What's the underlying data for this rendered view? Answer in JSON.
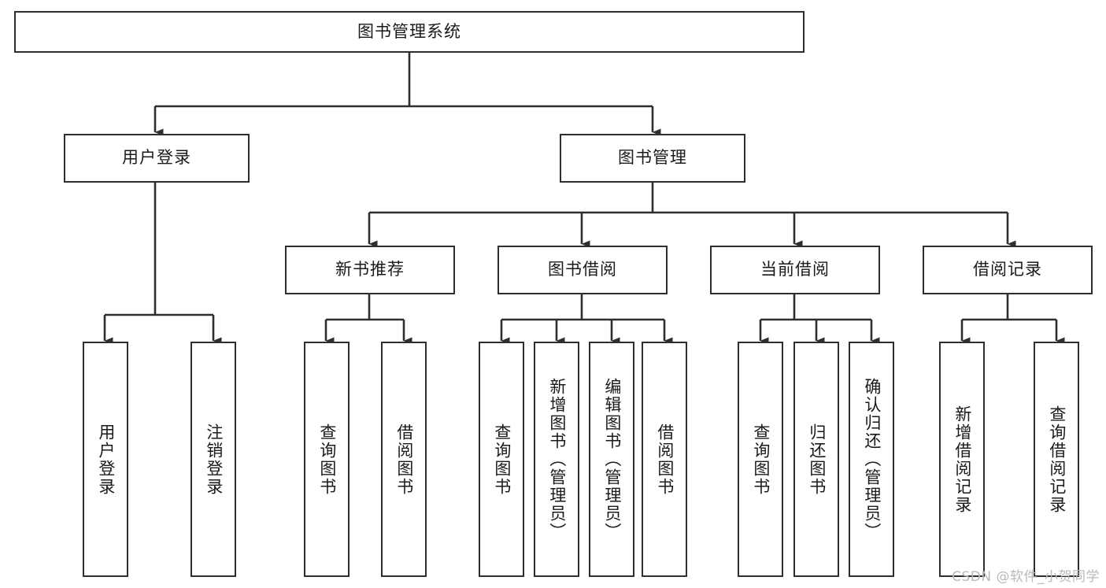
{
  "diagram": {
    "title": "图书管理系统",
    "type": "tree-hierarchy-chart",
    "watermark": "CSDN @软件_小贺同学",
    "colors": {
      "background": "#ffffff",
      "node_border": "#2e2e2e",
      "node_fill": "#ffffff",
      "text": "#1a1a1a",
      "connector": "#2e2e2e",
      "watermark": "#b9b9b9"
    }
  },
  "nodes": {
    "root": {
      "label": "图书管理系统"
    },
    "level2": [
      {
        "label": "用户登录"
      },
      {
        "label": "图书管理"
      }
    ],
    "level3": [
      {
        "label": "新书推荐"
      },
      {
        "label": "图书借阅"
      },
      {
        "label": "当前借阅"
      },
      {
        "label": "借阅记录"
      }
    ],
    "leaves": [
      {
        "label": "用户登录",
        "parent": "用户登录"
      },
      {
        "label": "注销登录",
        "parent": "用户登录"
      },
      {
        "label": "查询图书",
        "parent": "新书推荐"
      },
      {
        "label": "借阅图书",
        "parent": "新书推荐"
      },
      {
        "label": "查询图书",
        "parent": "图书借阅"
      },
      {
        "label": "新增图书（管理员）",
        "parent": "图书借阅"
      },
      {
        "label": "编辑图书（管理员）",
        "parent": "图书借阅"
      },
      {
        "label": "借阅图书",
        "parent": "图书借阅"
      },
      {
        "label": "查询图书",
        "parent": "当前借阅"
      },
      {
        "label": "归还图书",
        "parent": "当前借阅"
      },
      {
        "label": "确认归还（管理员）",
        "parent": "当前借阅"
      },
      {
        "label": "新增借阅记录",
        "parent": "借阅记录"
      },
      {
        "label": "查询借阅记录",
        "parent": "借阅记录"
      }
    ]
  }
}
